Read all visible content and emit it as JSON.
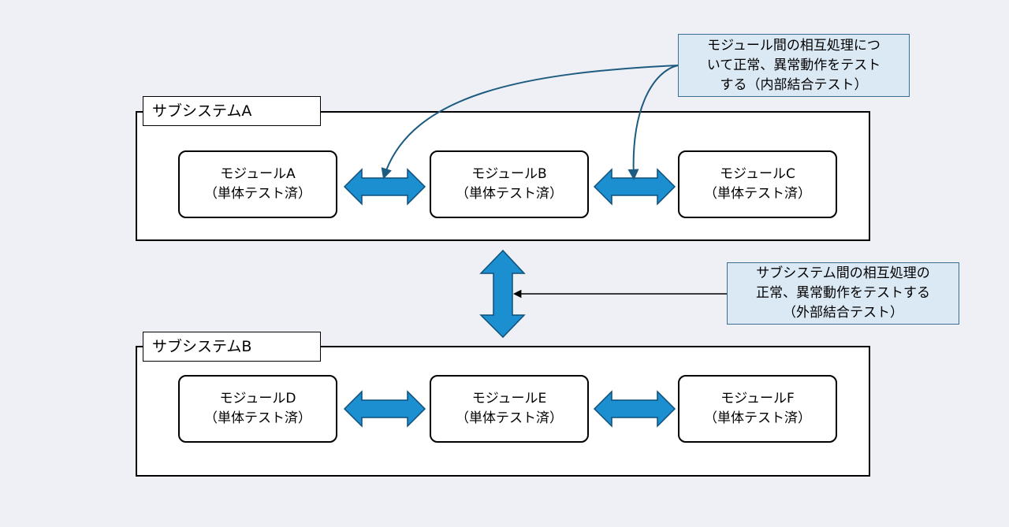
{
  "subsystems": [
    {
      "label": "サブシステムA",
      "modules": [
        {
          "name": "モジュールA",
          "status": "（単体テスト済）"
        },
        {
          "name": "モジュールB",
          "status": "（単体テスト済）"
        },
        {
          "name": "モジュールC",
          "status": "（単体テスト済）"
        }
      ]
    },
    {
      "label": "サブシステムB",
      "modules": [
        {
          "name": "モジュールD",
          "status": "（単体テスト済）"
        },
        {
          "name": "モジュールE",
          "status": "（単体テスト済）"
        },
        {
          "name": "モジュールF",
          "status": "（単体テスト済）"
        }
      ]
    }
  ],
  "notes": {
    "internal": [
      "モジュール間の相互処理につ",
      "いて正常、異常動作をテスト",
      "する（内部結合テスト）"
    ],
    "external": [
      "サブシステム間の相互処理の",
      "正常、異常動作をテストする",
      "（外部結合テスト）"
    ]
  },
  "colors": {
    "background": "#eef0f5",
    "arrow_fill": "#1b8fd0",
    "arrow_stroke": "#0f4f7a",
    "note_fill": "#dbe9f5",
    "connector": "#1e5b80"
  }
}
